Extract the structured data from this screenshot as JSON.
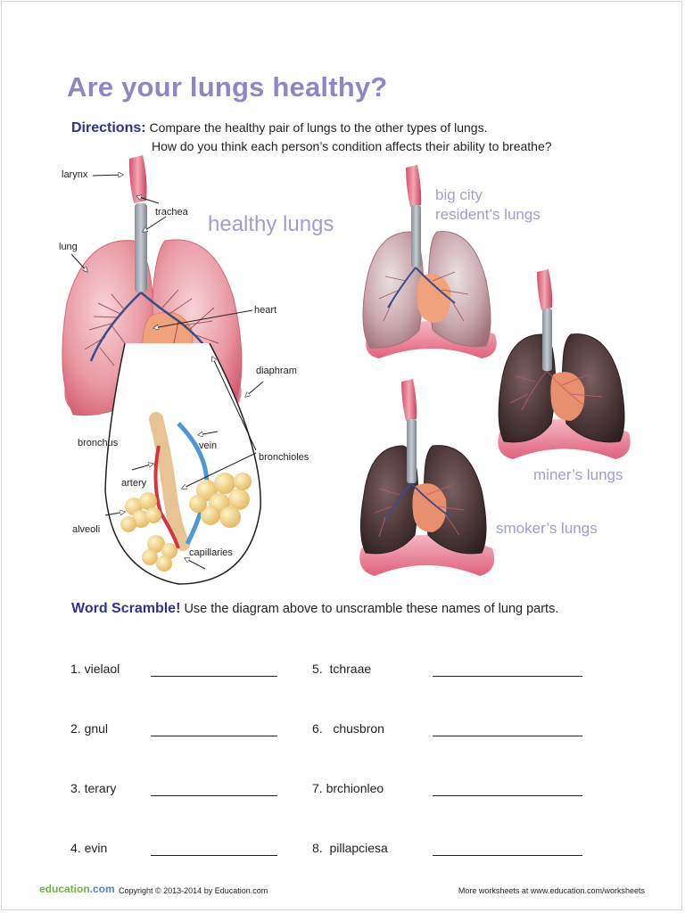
{
  "title": "Are your lungs healthy?",
  "directions": {
    "label": "Directions:",
    "line1": "Compare the healthy pair of lungs to the other types of lungs.",
    "line2": "How do you think each person’s condition affects their ability to breathe?"
  },
  "diagram": {
    "healthy_title": "healthy lungs",
    "labels": {
      "larynx": "larynx",
      "trachea": "trachea",
      "lung": "lung",
      "heart": "heart",
      "diaphram": "diaphram",
      "bronchus": "bronchus",
      "vein": "vein",
      "bronchioles": "bronchioles",
      "artery": "artery",
      "alveoli": "alveoli",
      "capillaries": "capillaries"
    },
    "city_line1": "big city",
    "city_line2": "resident’s lungs",
    "miner": "miner’s lungs",
    "smoker": "smoker’s lungs"
  },
  "scramble": {
    "title": "Word Scramble!",
    "instruction": "Use the diagram above to unscramble these names of lung parts.",
    "items": [
      {
        "num": "1.",
        "word": "vielaol"
      },
      {
        "num": "2.",
        "word": "gnul"
      },
      {
        "num": "3.",
        "word": "terary"
      },
      {
        "num": "4.",
        "word": "evin"
      },
      {
        "num": "5.",
        "word": "tchraae"
      },
      {
        "num": "6.",
        "word": "chusbron"
      },
      {
        "num": "7.",
        "word": "brchionleo"
      },
      {
        "num": "8.",
        "word": "pillapciesa"
      }
    ]
  },
  "footer": {
    "logo_main": "education",
    "logo_dot": ".com",
    "copyright": "Copyright © 2013-2014 by Education.com",
    "more": "More worksheets at www.education.com/worksheets"
  },
  "colors": {
    "title": "#8e86c5",
    "heading": "#2d3192",
    "lung_label": "#a39bd3",
    "logo": "#6fb23f"
  }
}
